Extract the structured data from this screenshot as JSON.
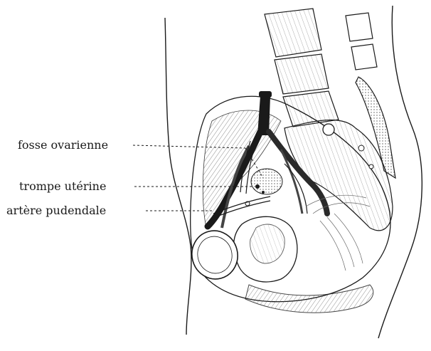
{
  "labels": {
    "fosse": "fosse ovarienne",
    "trompe": "trompe utérine",
    "artere": "artère pudendale"
  },
  "colors": {
    "ink": "#1a1a1a",
    "shade": "#444444",
    "paper": "#ffffff"
  }
}
